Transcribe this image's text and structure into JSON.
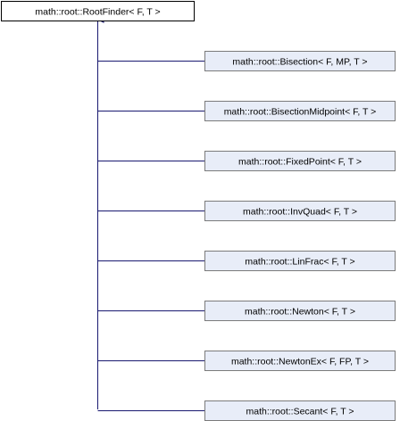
{
  "colors": {
    "base_fill": "#ffffff",
    "derived_fill": "#e8edf8",
    "border": "#7b7b7b",
    "base_border": "#000000",
    "edge": "#191970"
  },
  "base": {
    "label": "math::root::RootFinder< F, T >"
  },
  "derived": [
    {
      "label": "math::root::Bisection< F, MP, T >"
    },
    {
      "label": "math::root::BisectionMidpoint< F, T >"
    },
    {
      "label": "math::root::FixedPoint< F, T >"
    },
    {
      "label": "math::root::InvQuad< F, T >"
    },
    {
      "label": "math::root::LinFrac< F, T >"
    },
    {
      "label": "math::root::Newton< F, T >"
    },
    {
      "label": "math::root::NewtonEx< F, FP, T >"
    },
    {
      "label": "math::root::Secant< F, T >"
    }
  ]
}
